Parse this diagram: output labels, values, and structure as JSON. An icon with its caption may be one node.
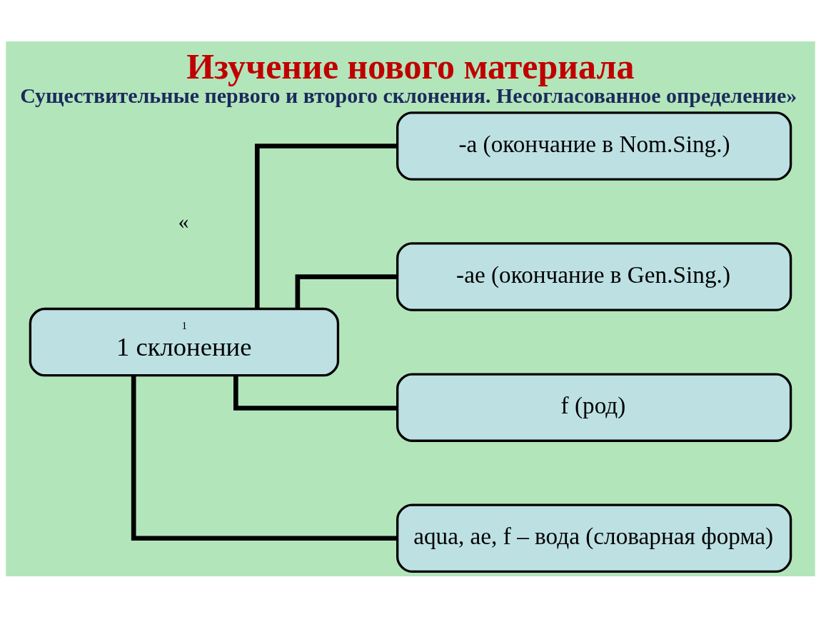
{
  "diagram": {
    "title": "Изучение нового материала",
    "caption": "Существительные первого и второго склонения. Несогласованное определение»",
    "nodes": [
      {
        "text": [
          "1",
          "1 склонение"
        ]
      },
      {
        "text": [
          "-a (окончание в Nom.Sing.)"
        ]
      },
      {
        "text": [
          "-ae (окончание в Gen.Sing.)"
        ]
      },
      {
        "text": [
          "f (род)"
        ]
      },
      {
        "text": [
          "aqua, ae, f – вода (словарная форма)"
        ]
      }
    ],
    "edges": [
      {
        "from": 0,
        "to": 1,
        "arrow": "none"
      },
      {
        "from": 0,
        "to": 2,
        "arrow": "none"
      },
      {
        "from": 0,
        "to": 3,
        "arrow": "none"
      },
      {
        "from": 0,
        "to": 4,
        "arrow": "none"
      }
    ],
    "labels": [
      "«"
    ]
  }
}
